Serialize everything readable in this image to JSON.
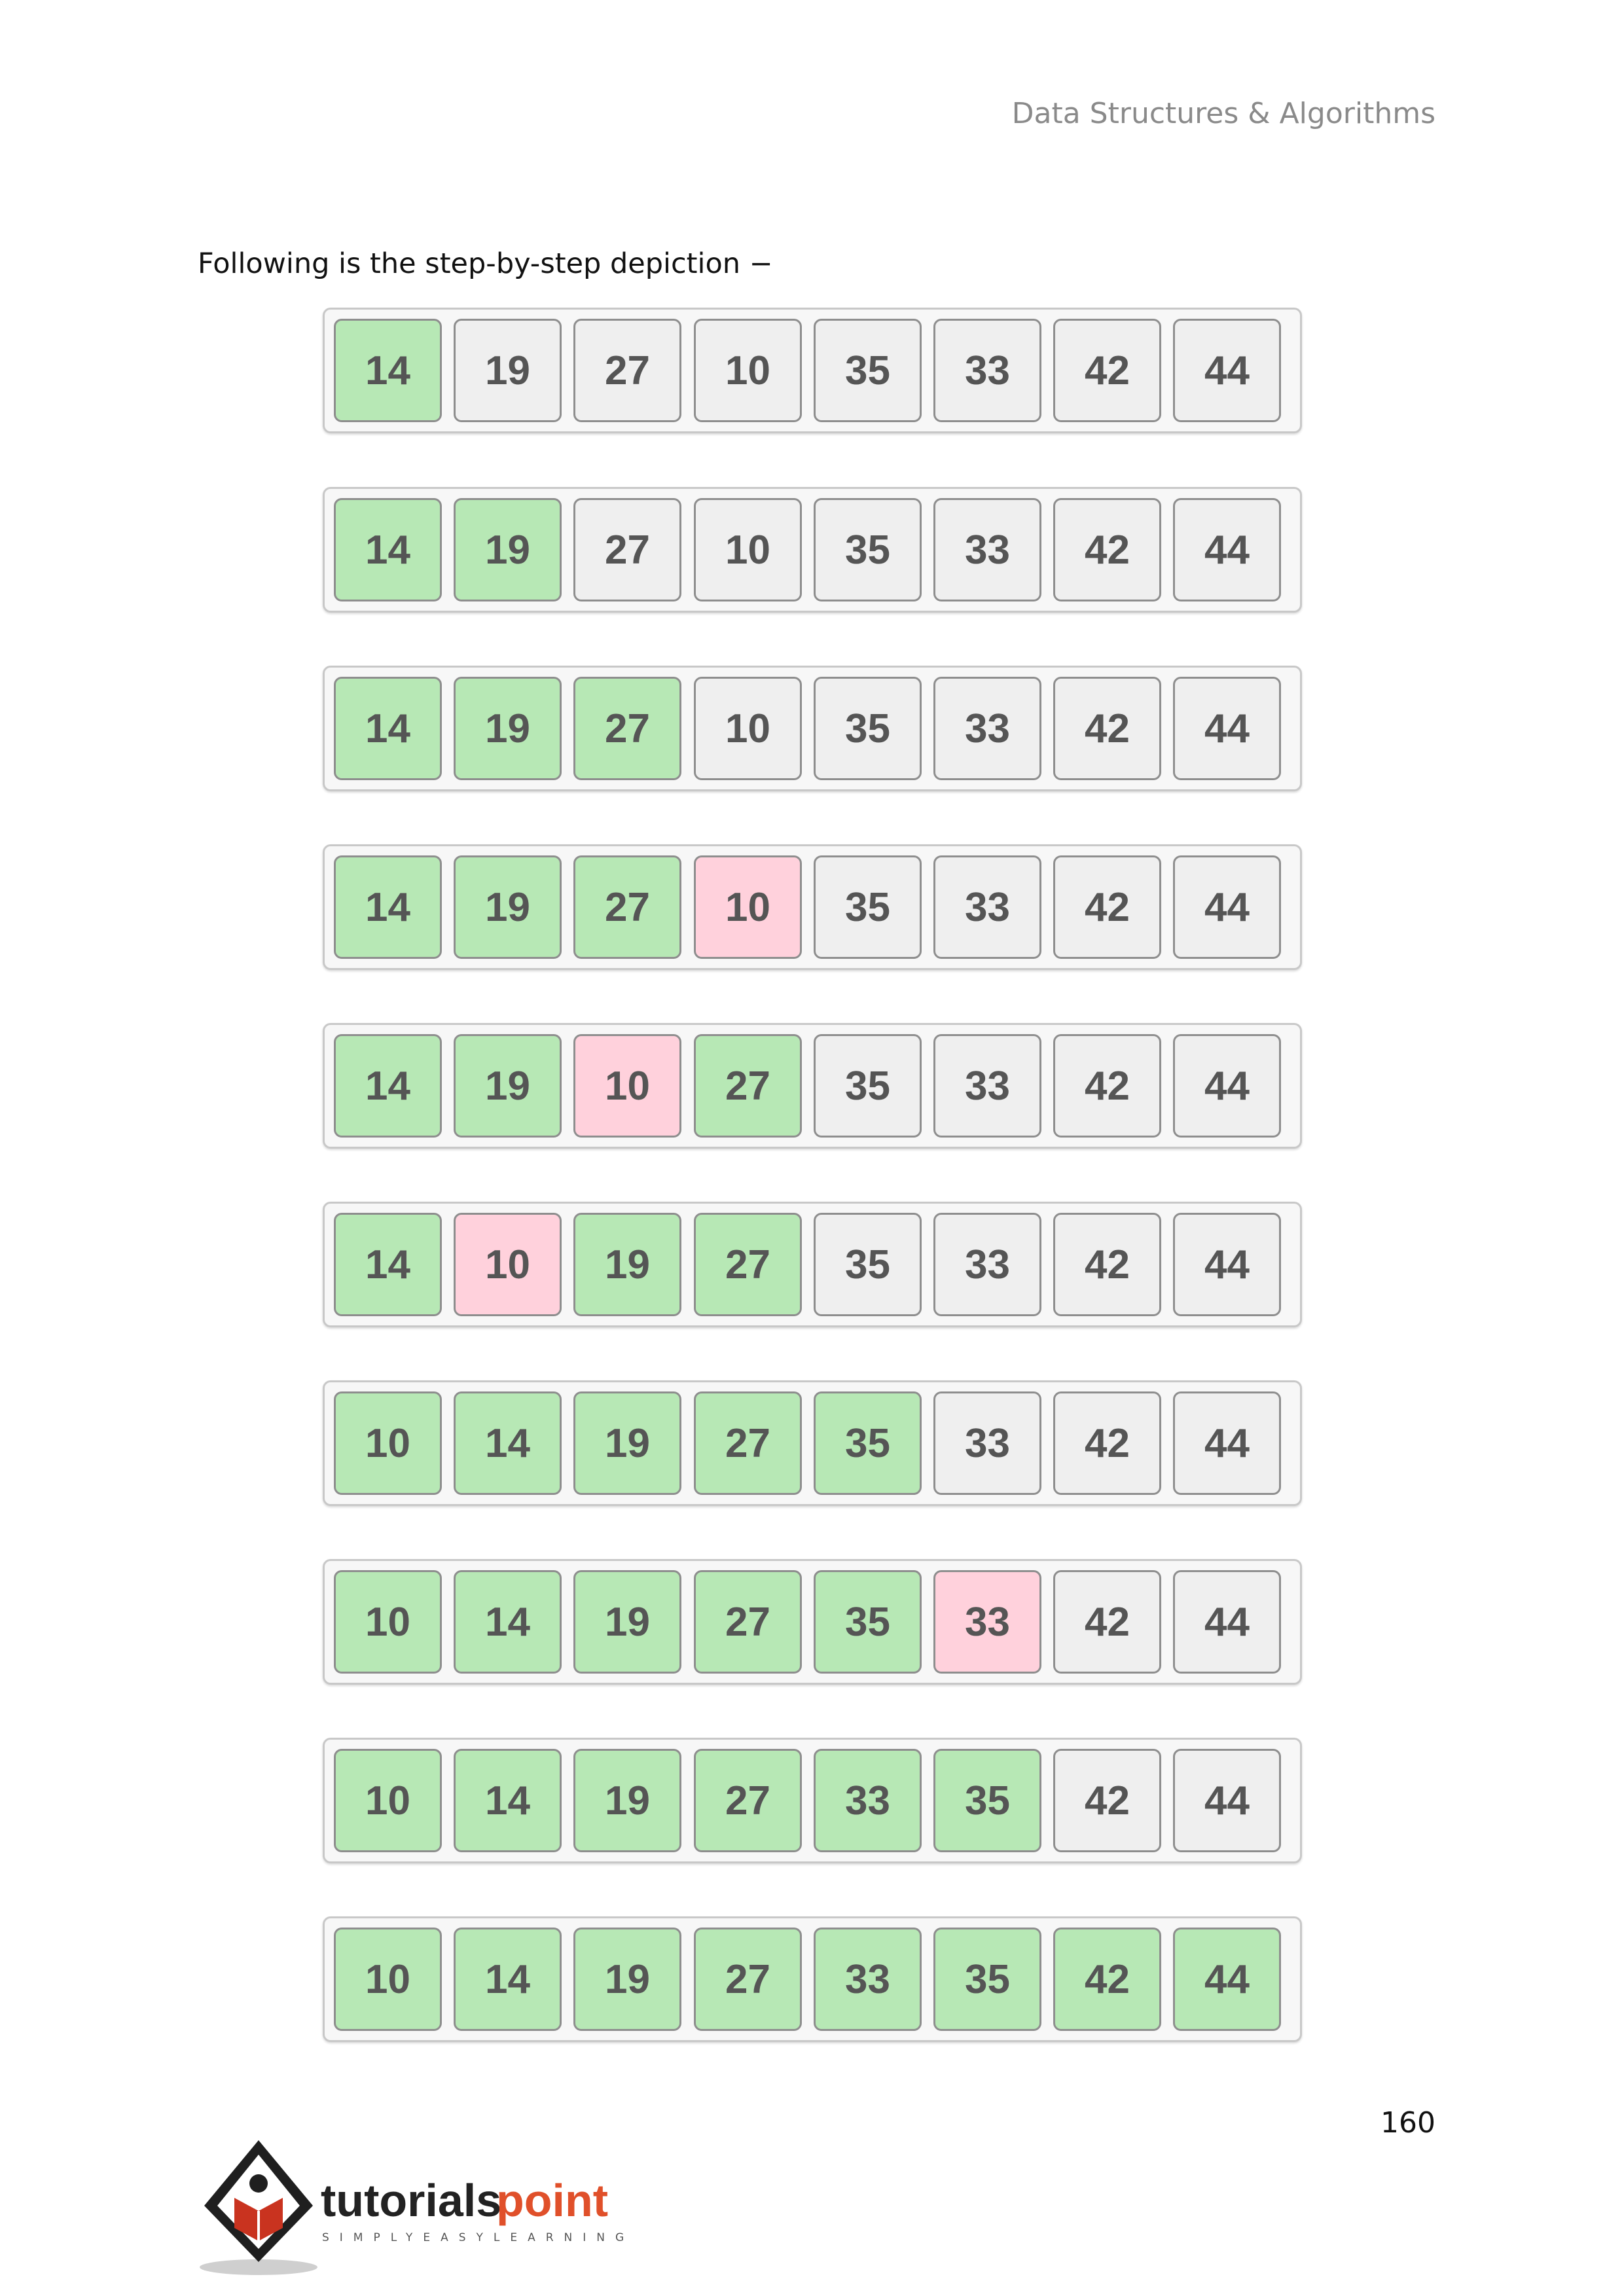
{
  "header": {
    "title": "Data Structures & Algorithms"
  },
  "intro": {
    "text": "Following is the step-by-step depiction −"
  },
  "colors": {
    "sorted": "#b7e8b5",
    "compared": "#ffd1dc",
    "unsorted": "#efefef"
  },
  "steps": [
    {
      "values": [
        "14",
        "19",
        "27",
        "10",
        "35",
        "33",
        "42",
        "44"
      ],
      "states": [
        "sorted",
        "unsorted",
        "unsorted",
        "unsorted",
        "unsorted",
        "unsorted",
        "unsorted",
        "unsorted"
      ]
    },
    {
      "values": [
        "14",
        "19",
        "27",
        "10",
        "35",
        "33",
        "42",
        "44"
      ],
      "states": [
        "sorted",
        "sorted",
        "unsorted",
        "unsorted",
        "unsorted",
        "unsorted",
        "unsorted",
        "unsorted"
      ]
    },
    {
      "values": [
        "14",
        "19",
        "27",
        "10",
        "35",
        "33",
        "42",
        "44"
      ],
      "states": [
        "sorted",
        "sorted",
        "sorted",
        "unsorted",
        "unsorted",
        "unsorted",
        "unsorted",
        "unsorted"
      ]
    },
    {
      "values": [
        "14",
        "19",
        "27",
        "10",
        "35",
        "33",
        "42",
        "44"
      ],
      "states": [
        "sorted",
        "sorted",
        "sorted",
        "compared",
        "unsorted",
        "unsorted",
        "unsorted",
        "unsorted"
      ]
    },
    {
      "values": [
        "14",
        "19",
        "10",
        "27",
        "35",
        "33",
        "42",
        "44"
      ],
      "states": [
        "sorted",
        "sorted",
        "compared",
        "sorted",
        "unsorted",
        "unsorted",
        "unsorted",
        "unsorted"
      ]
    },
    {
      "values": [
        "14",
        "10",
        "19",
        "27",
        "35",
        "33",
        "42",
        "44"
      ],
      "states": [
        "sorted",
        "compared",
        "sorted",
        "sorted",
        "unsorted",
        "unsorted",
        "unsorted",
        "unsorted"
      ]
    },
    {
      "values": [
        "10",
        "14",
        "19",
        "27",
        "35",
        "33",
        "42",
        "44"
      ],
      "states": [
        "sorted",
        "sorted",
        "sorted",
        "sorted",
        "sorted",
        "unsorted",
        "unsorted",
        "unsorted"
      ]
    },
    {
      "values": [
        "10",
        "14",
        "19",
        "27",
        "35",
        "33",
        "42",
        "44"
      ],
      "states": [
        "sorted",
        "sorted",
        "sorted",
        "sorted",
        "sorted",
        "compared",
        "unsorted",
        "unsorted"
      ]
    },
    {
      "values": [
        "10",
        "14",
        "19",
        "27",
        "33",
        "35",
        "42",
        "44"
      ],
      "states": [
        "sorted",
        "sorted",
        "sorted",
        "sorted",
        "sorted",
        "sorted",
        "unsorted",
        "unsorted"
      ]
    },
    {
      "values": [
        "10",
        "14",
        "19",
        "27",
        "33",
        "35",
        "42",
        "44"
      ],
      "states": [
        "sorted",
        "sorted",
        "sorted",
        "sorted",
        "sorted",
        "sorted",
        "sorted",
        "sorted"
      ]
    }
  ],
  "footer": {
    "page_number": "160",
    "logo_text_1": "tutorials",
    "logo_text_2": "point",
    "logo_tagline": "SIMPLYEASYLEARNING"
  }
}
